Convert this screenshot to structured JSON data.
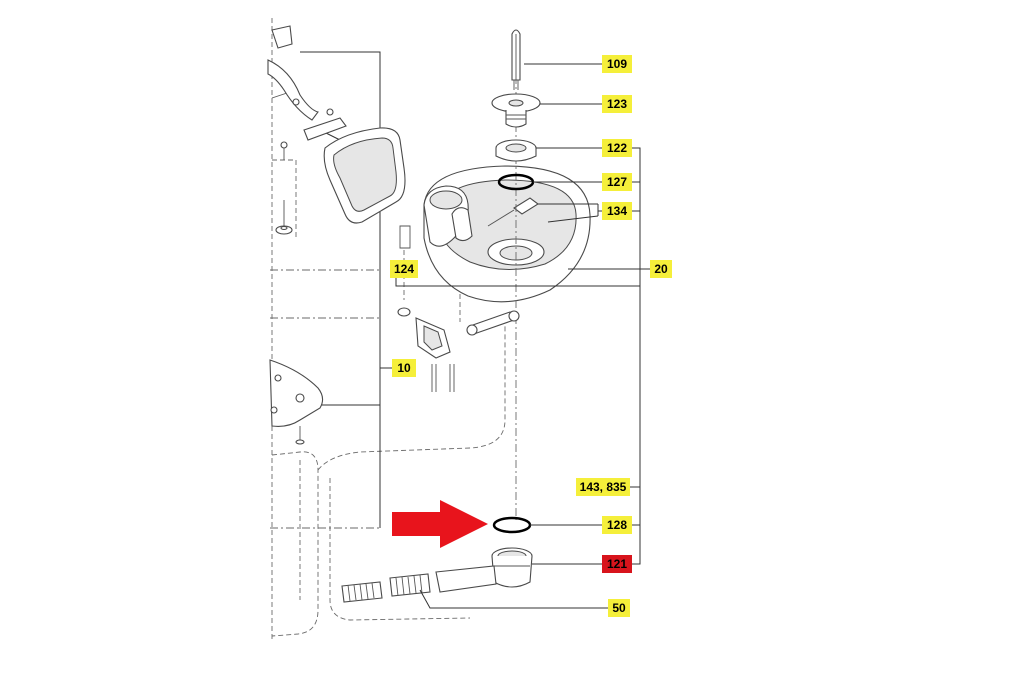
{
  "diagram": {
    "accent_label_color": "#f5ef3a",
    "highlight_label_color": "#d8141c",
    "arrow_color": "#e8141c",
    "labels": [
      {
        "id": "109",
        "text": "109",
        "highlight": false
      },
      {
        "id": "123",
        "text": "123",
        "highlight": false
      },
      {
        "id": "122",
        "text": "122",
        "highlight": false
      },
      {
        "id": "127",
        "text": "127",
        "highlight": false
      },
      {
        "id": "134",
        "text": "134",
        "highlight": false
      },
      {
        "id": "124",
        "text": "124",
        "highlight": false
      },
      {
        "id": "20",
        "text": "20",
        "highlight": false
      },
      {
        "id": "10",
        "text": "10",
        "highlight": false
      },
      {
        "id": "143-835",
        "text": "143, 835",
        "highlight": false
      },
      {
        "id": "128",
        "text": "128",
        "highlight": false
      },
      {
        "id": "121",
        "text": "121",
        "highlight": true
      },
      {
        "id": "50",
        "text": "50",
        "highlight": false
      }
    ]
  }
}
